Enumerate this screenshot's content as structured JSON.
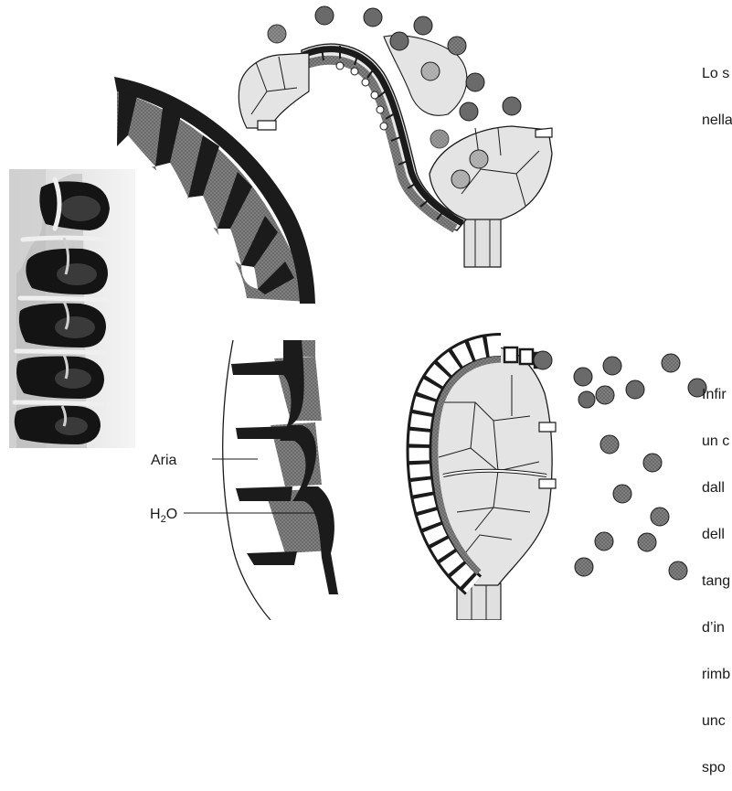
{
  "top_caption_lines": [
    "Lo s",
    "nella"
  ],
  "bottom_caption_lines": [
    "Infir",
    "un c",
    "dall",
    "dell",
    "tang",
    "d’in",
    "rimb",
    "unc",
    "spo"
  ],
  "labels": {
    "air": "Aria",
    "water_main": "H",
    "water_sub": "2",
    "water_tail": "O"
  },
  "colors": {
    "wall_dark": "#1b1b1b",
    "water_gray": "#8c8c8c",
    "cell_fill": "#d9d9d9",
    "spore": "#5a5a5a",
    "photo_bg": "#cfcfcf"
  }
}
